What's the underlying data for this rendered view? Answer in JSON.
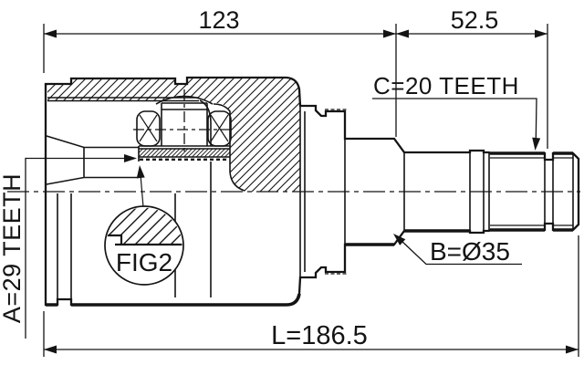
{
  "colors": {
    "line": "#141414",
    "background": "#ffffff"
  },
  "dimensions": {
    "housing_width": "123",
    "spline_section_width": "52.5",
    "overall_length": "L=186.5"
  },
  "labels": {
    "outer_spline_teeth": "C=20 TEETH",
    "inner_spline_teeth": "A=29 TEETH",
    "shaft_diameter": "B=Ø35",
    "detail_reference": "FIG2"
  }
}
